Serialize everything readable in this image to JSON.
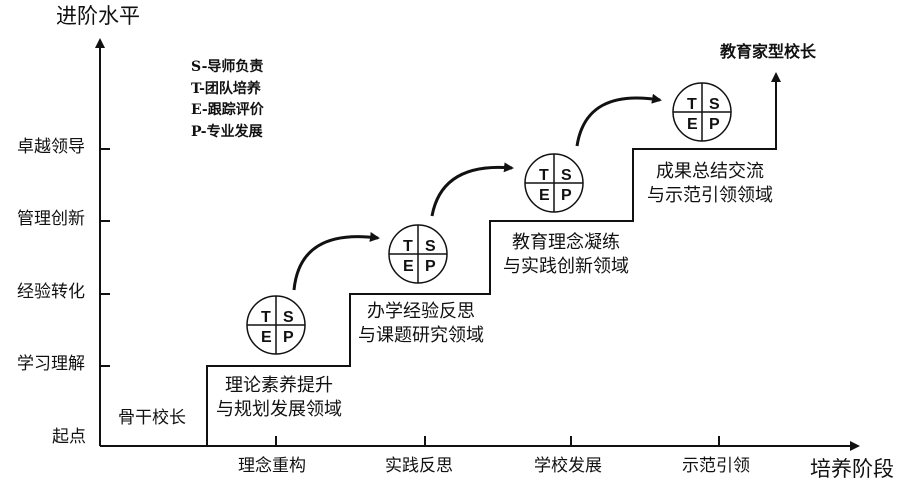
{
  "y_axis_title": "进阶水平",
  "x_axis_title": "培养阶段",
  "y_levels": [
    "起点",
    "学习理解",
    "经验转化",
    "管理创新",
    "卓越领导"
  ],
  "x_stages": [
    "理念重构",
    "实践反思",
    "学校发展",
    "示范引领"
  ],
  "legend": [
    "S-导师负责",
    "T-团队培养",
    "E-跟踪评价",
    "P-专业发展"
  ],
  "start_label": "骨干校长",
  "goal_label": "教育家型校长",
  "steps": [
    {
      "line1": "理论素养提升",
      "line2": "与规划发展领域"
    },
    {
      "line1": "办学经验反思",
      "line2": "与课题研究领域"
    },
    {
      "line1": "教育理念凝练",
      "line2": "与实践创新领域"
    },
    {
      "line1": "成果总结交流",
      "line2": "与示范引领领域"
    }
  ],
  "tsep": {
    "t": "T",
    "s": "S",
    "e": "E",
    "p": "P"
  }
}
